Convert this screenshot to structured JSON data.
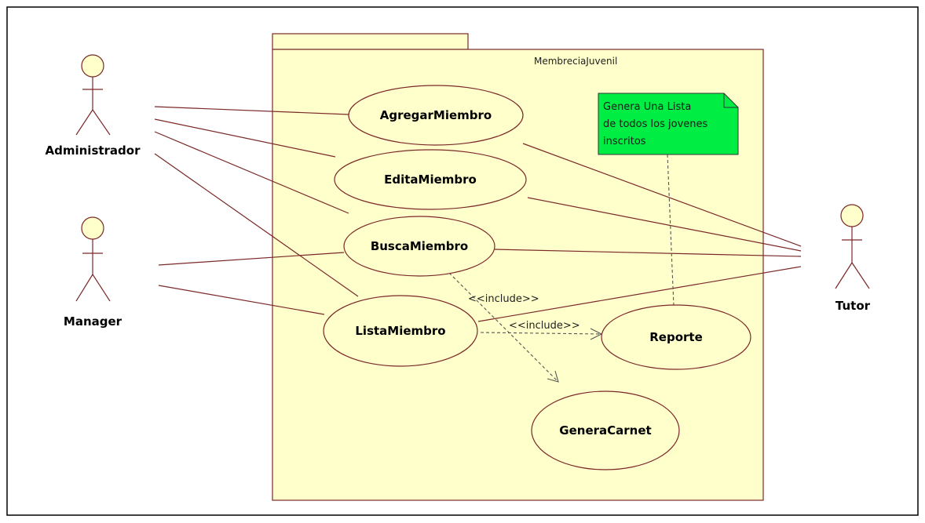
{
  "package": {
    "name": "MembreciaJuvenil"
  },
  "actors": {
    "administrador": "Administrador",
    "manager": "Manager",
    "tutor": "Tutor"
  },
  "use_cases": {
    "agregar": "AgregarMiembro",
    "edita": "EditaMiembro",
    "busca": "BuscaMiembro",
    "lista": "ListaMiembro",
    "reporte": "Reporte",
    "genera": "GeneraCarnet"
  },
  "relations": {
    "include_1": "<<include>>",
    "include_2": "<<include>>"
  },
  "note": {
    "line1": "Genera Una Lista",
    "line2": "de todos los jovenes",
    "line3": "inscritos"
  },
  "colors": {
    "package_fill": "#ffffcc",
    "line": "#7a2828",
    "note_fill": "#00ee44"
  }
}
